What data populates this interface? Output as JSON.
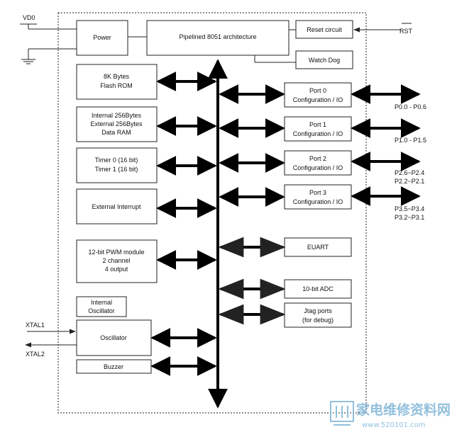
{
  "blocks": {
    "power": [
      "Power"
    ],
    "cpu": [
      "Pipelined  8051 architecture"
    ],
    "reset": [
      "Reset circuit"
    ],
    "watchdog": [
      "Watch Dog"
    ],
    "flash": [
      "8K Bytes",
      "Flash ROM"
    ],
    "ram": [
      "Internal  256Bytes",
      "External  256Bytes",
      "Data RAM"
    ],
    "timer": [
      "Timer 0 (16 bit)",
      "Timer 1 (16 bit)"
    ],
    "ext_int": [
      "External Interrupt"
    ],
    "pwm": [
      "12-bit PWM module",
      "2 channel",
      "4 output"
    ],
    "int_osc": [
      "Internal",
      "Oscillator"
    ],
    "oscillator": [
      "Oscillator"
    ],
    "buzzer": [
      "Buzzer"
    ],
    "port0": [
      "Port  0",
      "Configuration   / IO"
    ],
    "port1": [
      "Port  1",
      "Configuration   / IO"
    ],
    "port2": [
      "Port  2",
      "Configuration   / IO"
    ],
    "port3": [
      "Port  3",
      "Configuration   / IO"
    ],
    "euart": [
      "EUART"
    ],
    "adc": [
      "10-bit ADC"
    ],
    "jtag": [
      "Jtag ports",
      "(for debug)"
    ]
  },
  "signals": {
    "vdd": "VD0",
    "rst": "RST",
    "xtal1": "XTAL1",
    "xtal2": "XTAL2",
    "p0": [
      "P0.0 - P0.6"
    ],
    "p1": [
      "P1.0 - P1.5"
    ],
    "p2": [
      "P2.6~P2.4",
      "P2.2~P2.1"
    ],
    "p3": [
      "P3.5~P3.4",
      "P3.2~P3.1"
    ]
  },
  "watermark": {
    "title": "家电维修资料网",
    "url": "www.520101.com"
  },
  "colors": {
    "line": "#222222",
    "bus": "#000000",
    "watermark": "#7fb6d6"
  }
}
